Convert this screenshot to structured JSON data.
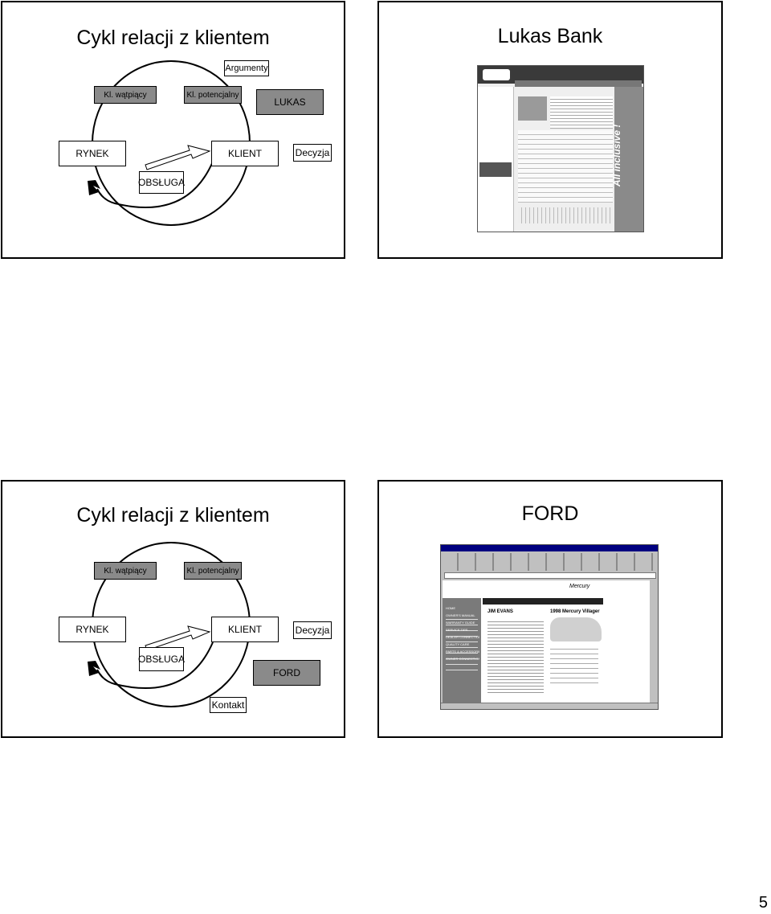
{
  "slides": {
    "top_left": {
      "title": "Cykl relacji z klientem",
      "boxes": {
        "argumenty": "Argumenty",
        "watpiacy": "Kl. wątpiący",
        "potencjalny": "Kl. potencjalny",
        "lukas": "LUKAS",
        "rynek": "RYNEK",
        "klient": "KLIENT",
        "decyzja": "Decyzja",
        "obsluga": "OBSŁUGA"
      }
    },
    "top_right": {
      "title": "Lukas Bank",
      "banner": "All inclusive !"
    },
    "bottom_left": {
      "title": "Cykl relacji z klientem",
      "boxes": {
        "watpiacy": "Kl. wątpiący",
        "potencjalny": "Kl. potencjalny",
        "rynek": "RYNEK",
        "klient": "KLIENT",
        "decyzja": "Decyzja",
        "obsluga": "OBSŁUGA",
        "ford": "FORD",
        "kontakt": "Kontakt"
      }
    },
    "bottom_right": {
      "title": "FORD",
      "nav_items": [
        "HOME",
        "OWNER'S MANUAL",
        "WARRANTY GUIDE",
        "SERVICE TIPS",
        "DEALER CONNECTION",
        "QUALITY CARE",
        "PARTS & ACCESSORIES",
        "OWNER CONNECTION"
      ],
      "heading": "JIM EVANS",
      "model": "1998 Mercury Villager",
      "brand": "Mercury"
    }
  },
  "page_number": "5"
}
